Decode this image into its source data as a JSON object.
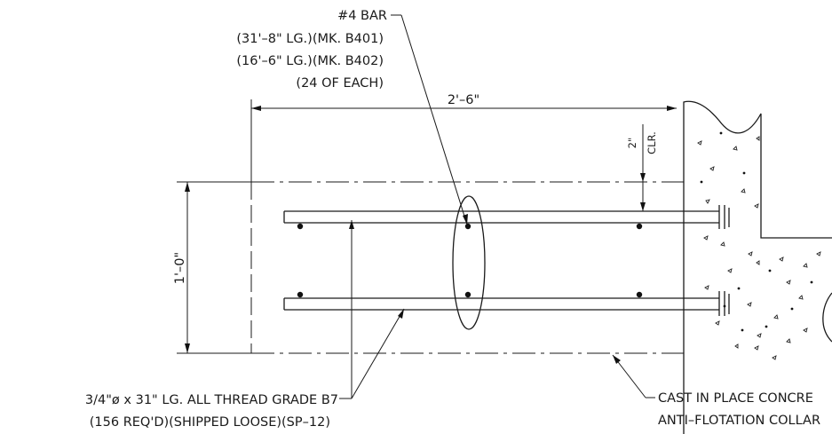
{
  "callouts": {
    "bar": {
      "line1": "#4 BAR",
      "line2": "(31'–8\" LG.)(MK. B401)",
      "line3": "(16'–6\" LG.)(MK. B402)",
      "line4": "(24 OF EACH)"
    },
    "rod": {
      "line1": "3/4\"ø x 31\" LG. ALL THREAD GRADE B7",
      "line2": "(156 REQ'D)(SHIPPED LOOSE)(SP–12)"
    },
    "concrete": {
      "line1": "CAST IN PLACE CONCRE",
      "line2": "ANTI–FLOTATION COLLAR"
    }
  },
  "dimensions": {
    "width": "2'–6\"",
    "height": "1'–0\"",
    "clear_value": "2\"",
    "clear_label": "CLR."
  }
}
